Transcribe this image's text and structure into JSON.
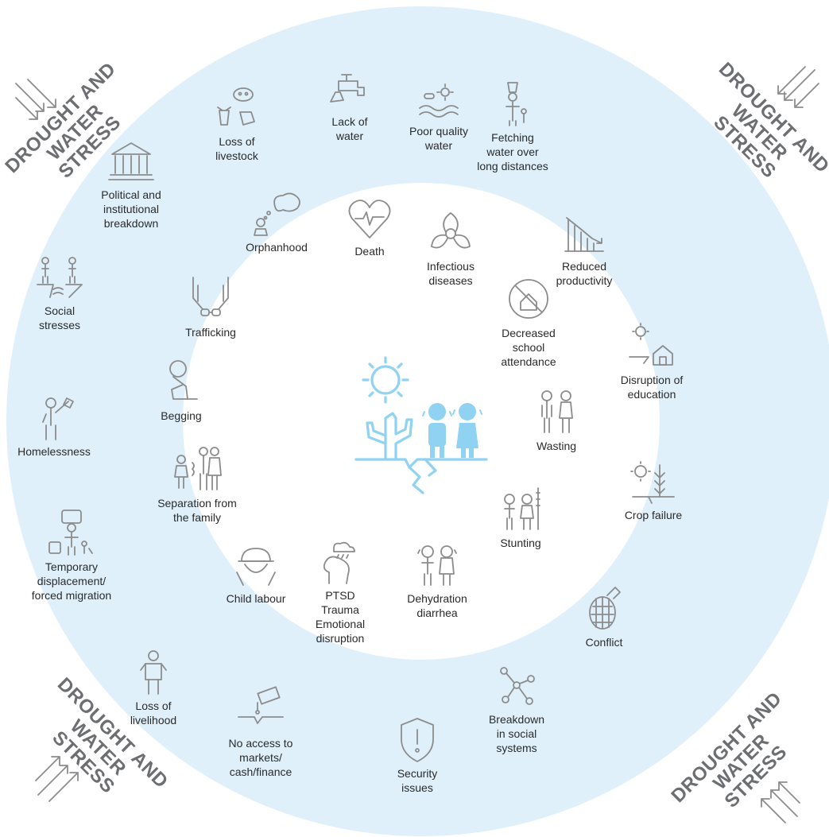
{
  "colors": {
    "outer_ring": "#dff0fb",
    "inner_disc": "#ffffff",
    "icon_gray": "#8c8c8c",
    "icon_blue": "#8fd2f2",
    "corner_text": "#6d6e71",
    "label_text": "#2a2a2a"
  },
  "corners": {
    "top_left": "DROUGHT AND\nWATER STRESS",
    "top_right": "DROUGHT AND\nWATER STRESS",
    "bottom_left": "DROUGHT AND\nWATER STRESS",
    "bottom_right": "DROUGHT AND\nWATER STRESS"
  },
  "center": {
    "icon": "drought-children-icon"
  },
  "outer_ring": [
    {
      "label": "Lack of\nwater",
      "icon": "tap-icon"
    },
    {
      "label": "Poor quality\nwater",
      "icon": "contaminated-water-icon"
    },
    {
      "label": "Fetching\nwater over\nlong distances",
      "icon": "water-carrier-icon"
    },
    {
      "label": "Reduced\nproductivity",
      "icon": "declining-chart-icon"
    },
    {
      "label": "Disruption of\neducation",
      "icon": "school-drought-icon"
    },
    {
      "label": "Crop failure",
      "icon": "crop-failure-icon"
    },
    {
      "label": "Conflict",
      "icon": "grenade-icon"
    },
    {
      "label": "Breakdown\nin social\nsystems",
      "icon": "network-icon"
    },
    {
      "label": "Security\nissues",
      "icon": "shield-icon"
    },
    {
      "label": "No access to\nmarkets/\ncash/finance",
      "icon": "money-gap-icon"
    },
    {
      "label": "Loss of\nlivelihood",
      "icon": "empty-pockets-icon"
    },
    {
      "label": "Temporary\ndisplacement/\nforced migration",
      "icon": "migration-icon"
    },
    {
      "label": "Homelessness",
      "icon": "bundle-walker-icon"
    },
    {
      "label": "Social\nstresses",
      "icon": "divided-people-icon"
    },
    {
      "label": "Political and\ninstitutional\nbreakdown",
      "icon": "institution-icon"
    },
    {
      "label": "Loss of\nlivestock",
      "icon": "livestock-icon"
    }
  ],
  "inner_ring": [
    {
      "label": "Death",
      "icon": "heart-pulse-icon"
    },
    {
      "label": "Infectious\ndiseases",
      "icon": "biohazard-icon"
    },
    {
      "label": "Decreased\nschool\nattendance",
      "icon": "no-school-icon"
    },
    {
      "label": "Wasting",
      "icon": "thin-children-icon"
    },
    {
      "label": "Stunting",
      "icon": "height-measure-icon"
    },
    {
      "label": "Dehydration\ndiarrhea",
      "icon": "crying-children-icon"
    },
    {
      "label": "PTSD\nTrauma\nEmotional\ndisruption",
      "icon": "rain-head-icon"
    },
    {
      "label": "Child labour",
      "icon": "hard-hat-icon"
    },
    {
      "label": "Separation from\nthe family",
      "icon": "separated-family-icon"
    },
    {
      "label": "Begging",
      "icon": "begging-child-icon"
    },
    {
      "label": "Trafficking",
      "icon": "handcuffed-hands-icon"
    },
    {
      "label": "Orphanhood",
      "icon": "orphan-thought-icon"
    }
  ]
}
